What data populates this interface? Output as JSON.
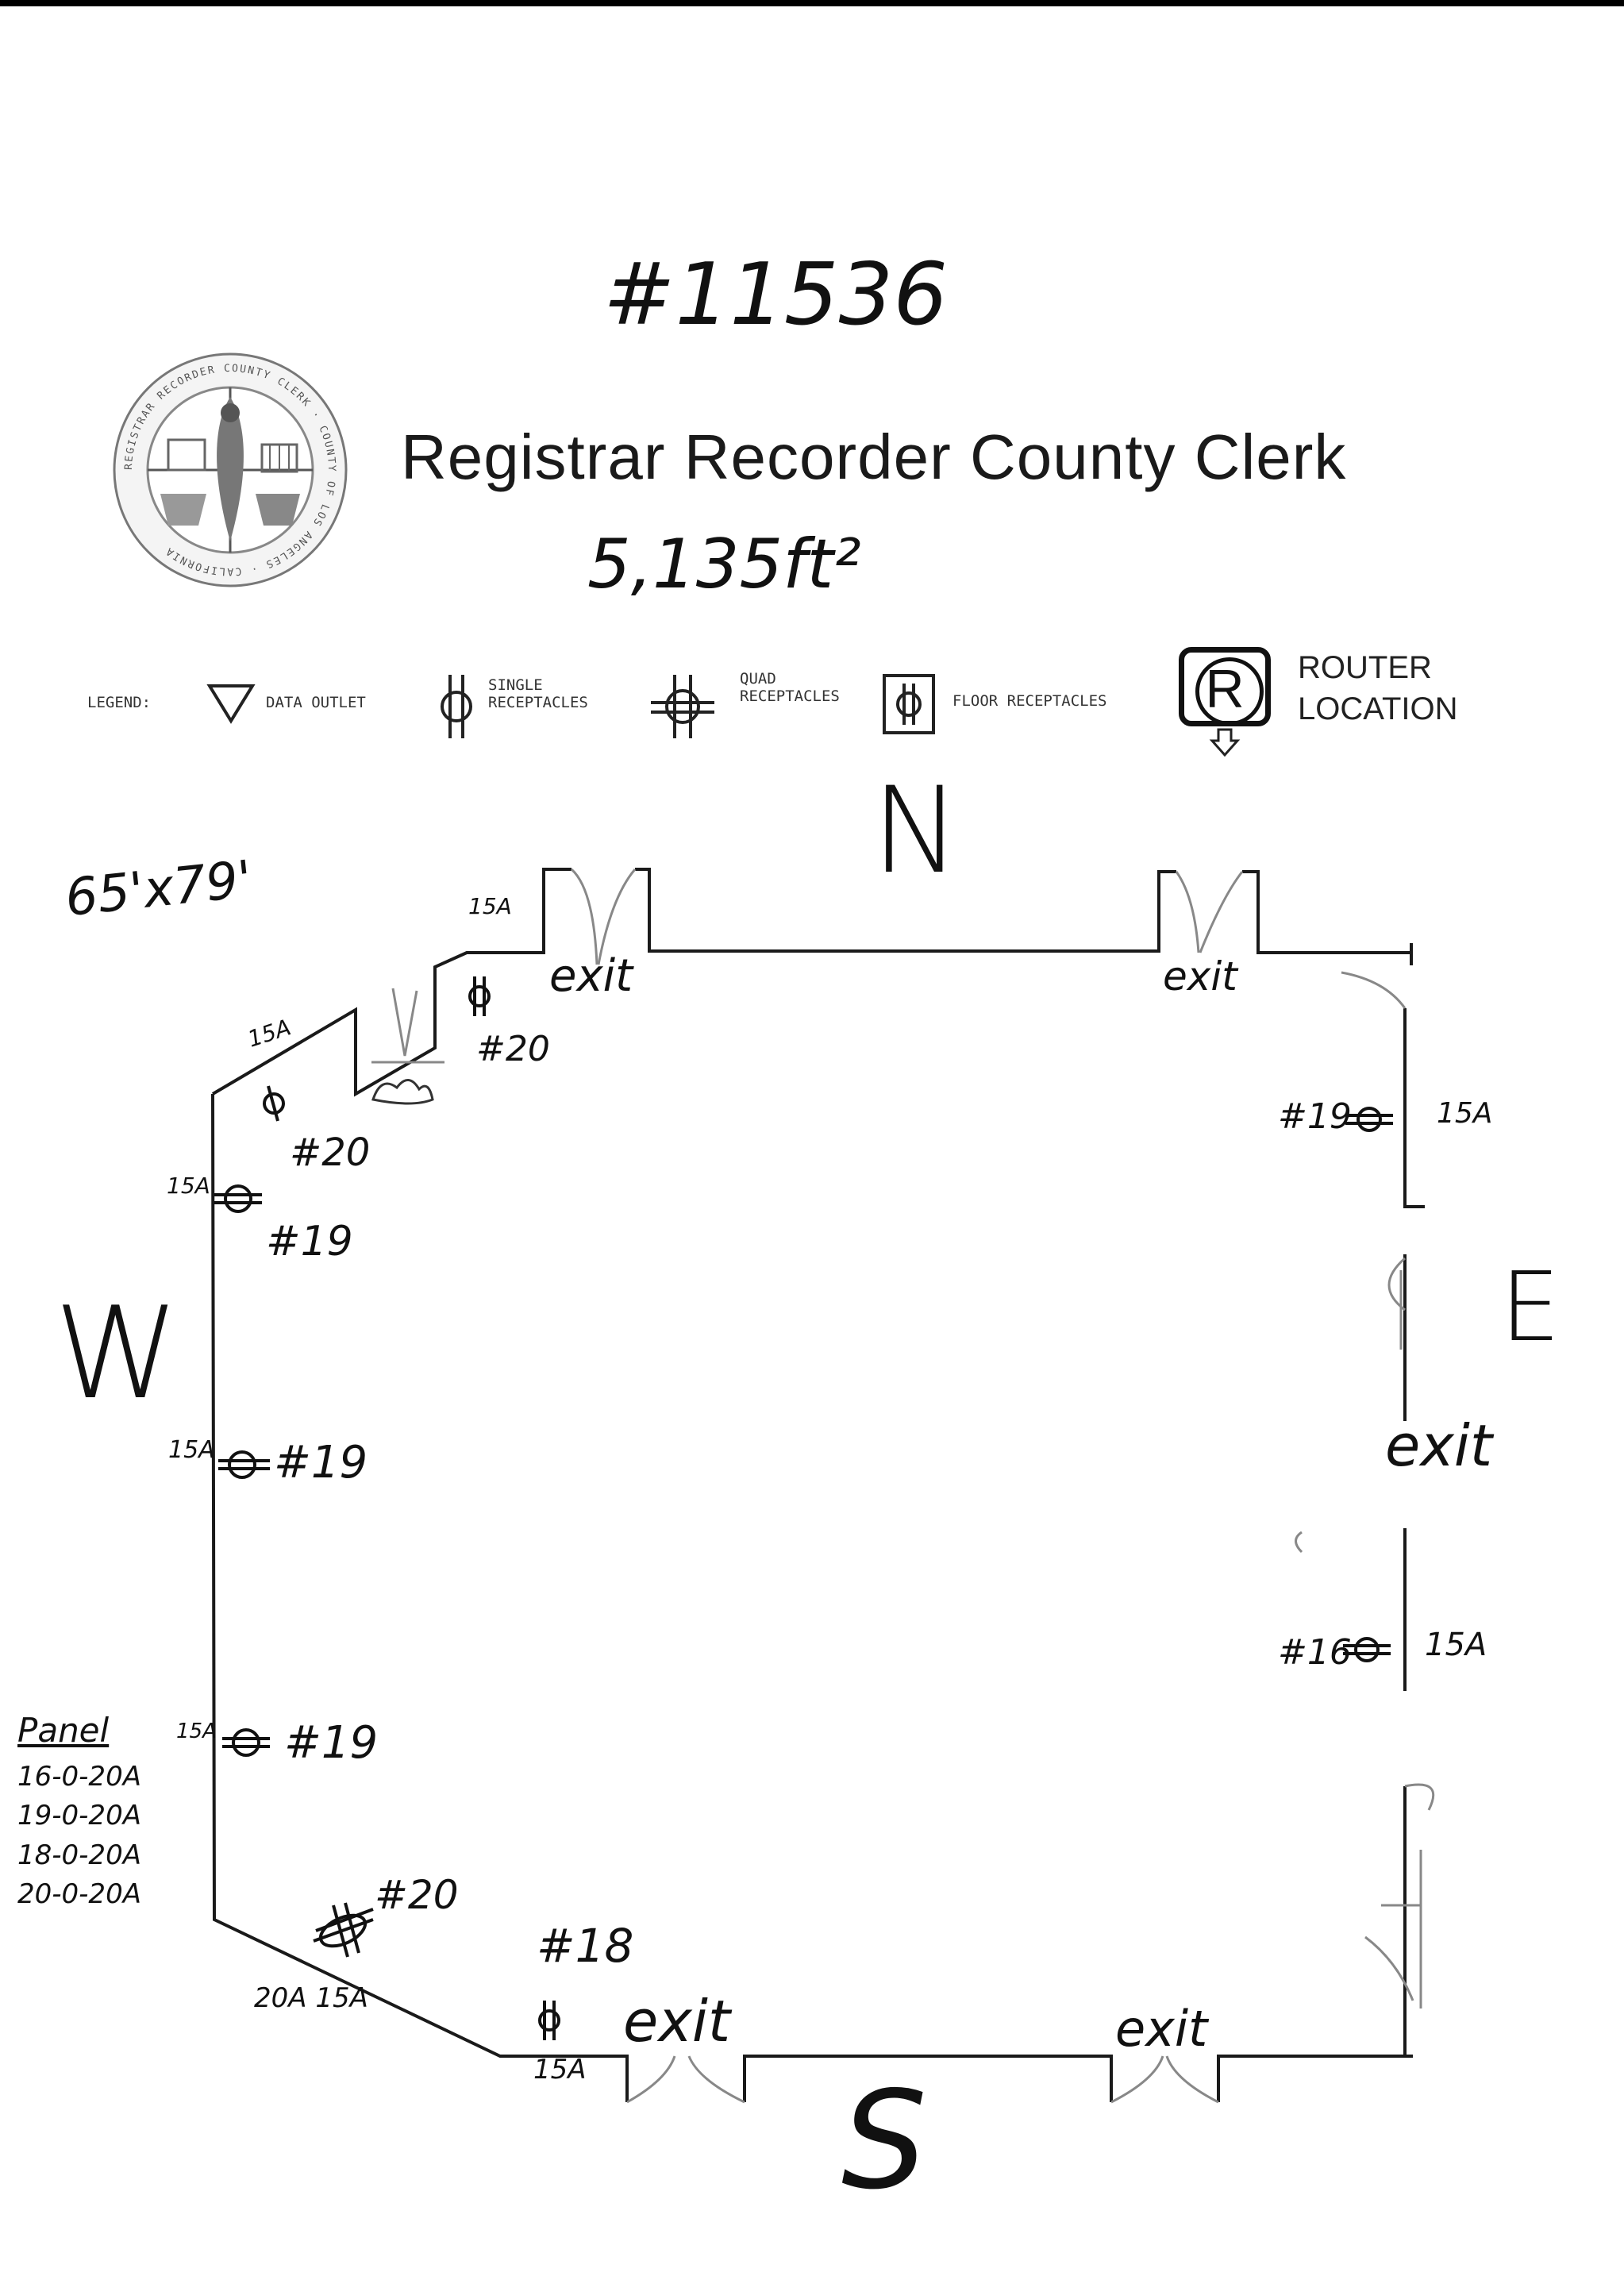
{
  "handwritten": {
    "file_number": "#11536",
    "area": "5,135ft²",
    "dimensions": "65'x79'"
  },
  "title": "Registrar Recorder County Clerk",
  "seal": {
    "text": "REGISTRAR RECORDER COUNTY CLERK · COUNTY OF LOS ANGELES · CALIFORNIA",
    "icon": "county-seal-icon"
  },
  "legend": {
    "label": "LEGEND:",
    "items": [
      {
        "icon": "data-outlet-icon",
        "label": "DATA OUTLET"
      },
      {
        "icon": "single-receptacle-icon",
        "label_line1": "SINGLE",
        "label_line2": "RECEPTACLES"
      },
      {
        "icon": "quad-receptacle-icon",
        "label_line1": "QUAD",
        "label_line2": "RECEPTACLES"
      },
      {
        "icon": "floor-receptacle-icon",
        "label": "FLOOR RECEPTACLES"
      }
    ],
    "router": {
      "icon": "router-icon",
      "letter": "R",
      "label_line1": "ROUTER",
      "label_line2": "LOCATION"
    }
  },
  "compass": {
    "north": "N",
    "south": "S",
    "east": "E",
    "west": "W"
  },
  "exits": {
    "north_left": "exit",
    "north_right": "exit",
    "east": "exit",
    "south_left": "exit",
    "south_right": "exit"
  },
  "receptacles": {
    "nw_step_amp": "15A",
    "nw_step_circuit": "#20",
    "diag_amp": "15A",
    "diag_circuit": "#20",
    "west1_amp": "15A",
    "west1_circuit": "#19",
    "west2_amp": "15A",
    "west2_circuit": "#19",
    "west3_amp": "15A",
    "west3_circuit": "#19",
    "sw_circuit": "#20",
    "sw_amp": "20A 15A",
    "south_circuit": "#18",
    "south_amp": "15A",
    "east1_circuit": "#19",
    "east1_amp": "15A",
    "east2_circuit": "#16",
    "east2_amp": "15A"
  },
  "panel": {
    "heading": "Panel",
    "lines": [
      "16-0-20A",
      "19-0-20A",
      "18-0-20A",
      "20-0-20A"
    ]
  },
  "colors": {
    "ink": "#111111",
    "pencil": "#8a8a8a",
    "print": "#1a1a1a"
  }
}
